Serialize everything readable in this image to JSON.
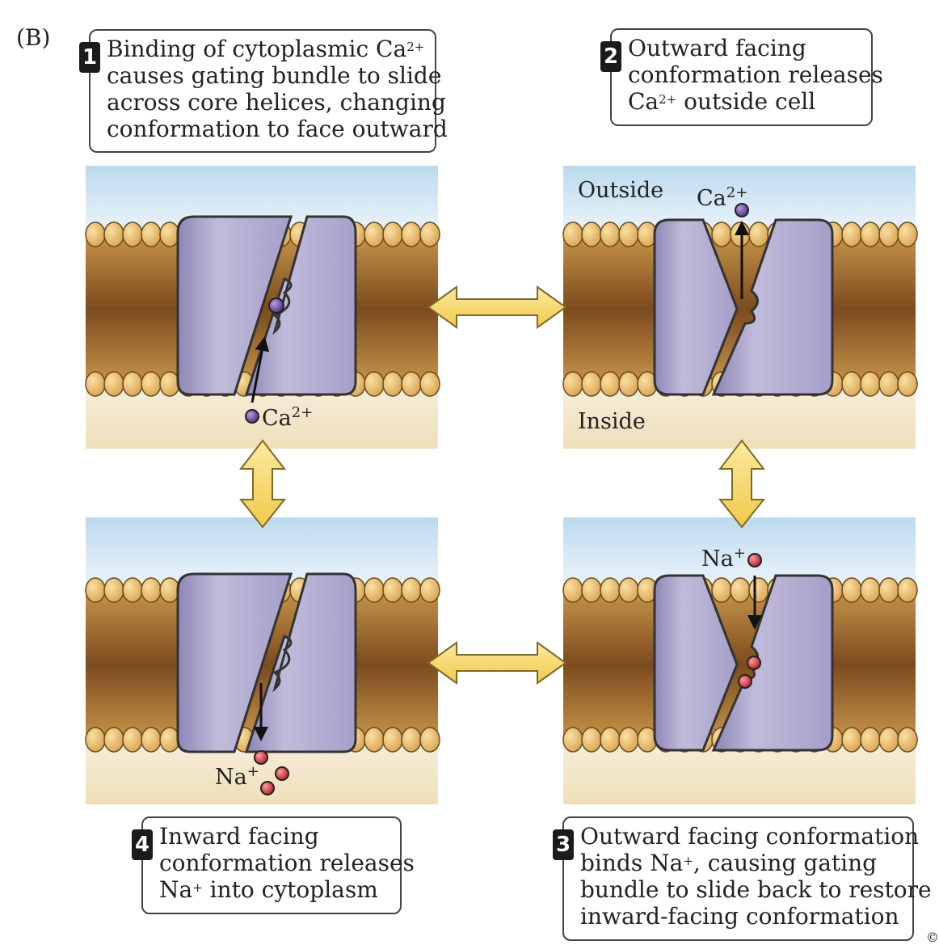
{
  "panel_label": "(B)",
  "steps": [
    {
      "number": "1",
      "lines": [
        {
          "text": "Binding of cytoplasmic Ca",
          "sup": "2+"
        },
        {
          "text": "causes gating bundle to slide",
          "sup": ""
        },
        {
          "text": "across core helices, changing",
          "sup": ""
        },
        {
          "text": "conformation to face outward",
          "sup": ""
        }
      ]
    },
    {
      "number": "2",
      "lines": [
        {
          "text": "Outward facing",
          "sup": ""
        },
        {
          "text": "conformation releases",
          "sup": ""
        },
        {
          "text": "Ca",
          "sup": "2+",
          "after": " outside cell"
        }
      ]
    },
    {
      "number": "3",
      "lines": [
        {
          "text": "Outward facing conformation",
          "sup": ""
        },
        {
          "text": "binds Na",
          "sup": "+",
          "after": ", causing gating"
        },
        {
          "text": "bundle to slide back to restore",
          "sup": ""
        },
        {
          "text": "inward-facing conformation",
          "sup": ""
        }
      ]
    },
    {
      "number": "4",
      "lines": [
        {
          "text": "Inward facing",
          "sup": ""
        },
        {
          "text": "conformation releases",
          "sup": ""
        },
        {
          "text": "Na",
          "sup": "+",
          "after": " into cytoplasm"
        }
      ]
    }
  ],
  "labels": {
    "outside": "Outside",
    "inside": "Inside",
    "ca_base": "Ca",
    "ca_charge": "2+",
    "na_base": "Na",
    "na_charge": "+"
  },
  "colors": {
    "outside": "#cfe4f2",
    "inside": "#f3e5c3",
    "transporter": "#aaa3cb",
    "ca_ion": "#6b4a98",
    "na_ion": "#d8303d",
    "arrow_fill": "#f7df78"
  },
  "copyright": "©"
}
